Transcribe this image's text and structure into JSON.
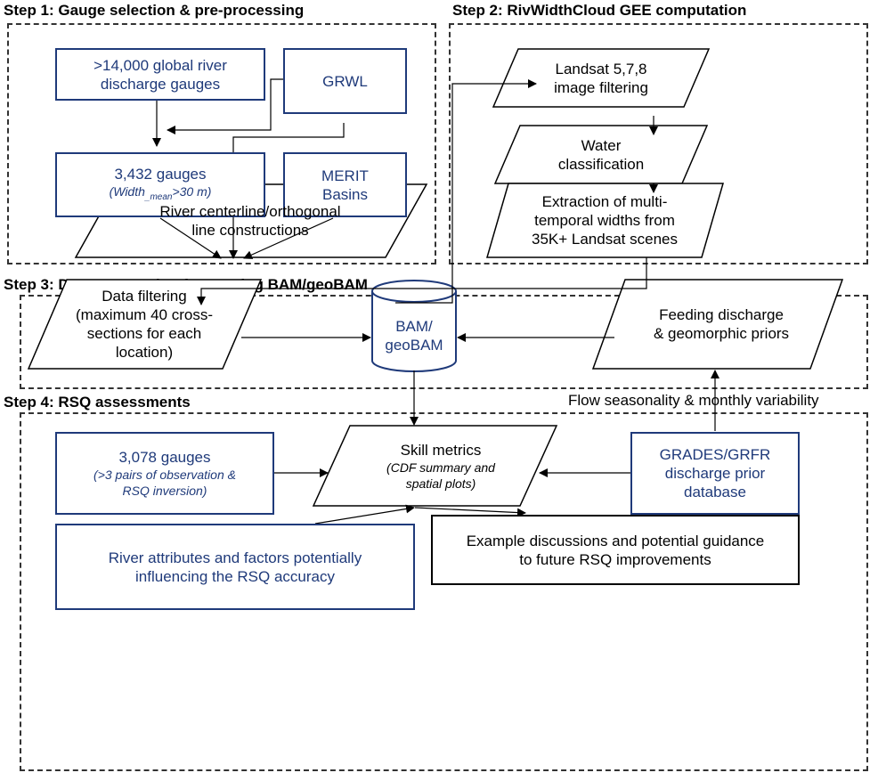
{
  "steps": {
    "step1": "Step 1: Gauge selection & pre-processing",
    "step2": "Step 2: RivWidthCloud GEE computation",
    "step3": "Step 3: Data preparation for running BAM/geoBAM",
    "step4": "Step 4: RSQ assessments"
  },
  "step1": {
    "gauges_global": [
      ">14,000 global river",
      "discharge gauges"
    ],
    "grwl": "GRWL",
    "gauges_3432": "3,432 gauges",
    "gauges_3432_sub_pre": "(Width",
    "gauges_3432_sub_subscript": "_mean",
    "gauges_3432_sub_post": ">30 m)",
    "merit": [
      "MERIT",
      "Basins"
    ],
    "centerline": [
      "River centerline/orthogonal",
      "line constructions"
    ]
  },
  "step2": {
    "landsat_filter": [
      "Landsat 5,7,8",
      "image filtering"
    ],
    "water_class": [
      "Water",
      "classification"
    ],
    "extraction": [
      "Extraction of multi-",
      "temporal widths from",
      "35K+ Landsat scenes"
    ]
  },
  "step3": {
    "data_filtering": [
      "Data filtering",
      "(maximum 40 cross-",
      "sections for each",
      "location)"
    ],
    "bam": [
      "BAM/",
      "geoBAM"
    ],
    "feeding": [
      "Feeding discharge",
      "& geomorphic priors"
    ]
  },
  "step4": {
    "flow_label": "Flow seasonality & monthly variability",
    "gauges_3078": "3,078 gauges",
    "gauges_3078_sub": [
      ">3 pairs of observation &",
      "RSQ inversion)"
    ],
    "gauges_3078_sub_open": "(",
    "skill": "Skill metrics",
    "skill_sub": [
      "(CDF summary and",
      "spatial plots)"
    ],
    "grades": [
      "GRADES/GRFR",
      "discharge prior",
      "database"
    ],
    "river_attr": [
      "River attributes and factors potentially",
      "influencing the RSQ accuracy"
    ],
    "example": [
      "Example discussions and potential guidance",
      "to future RSQ improvements"
    ]
  },
  "colors": {
    "blue_box": "#1f3a7a",
    "black": "#000000"
  }
}
